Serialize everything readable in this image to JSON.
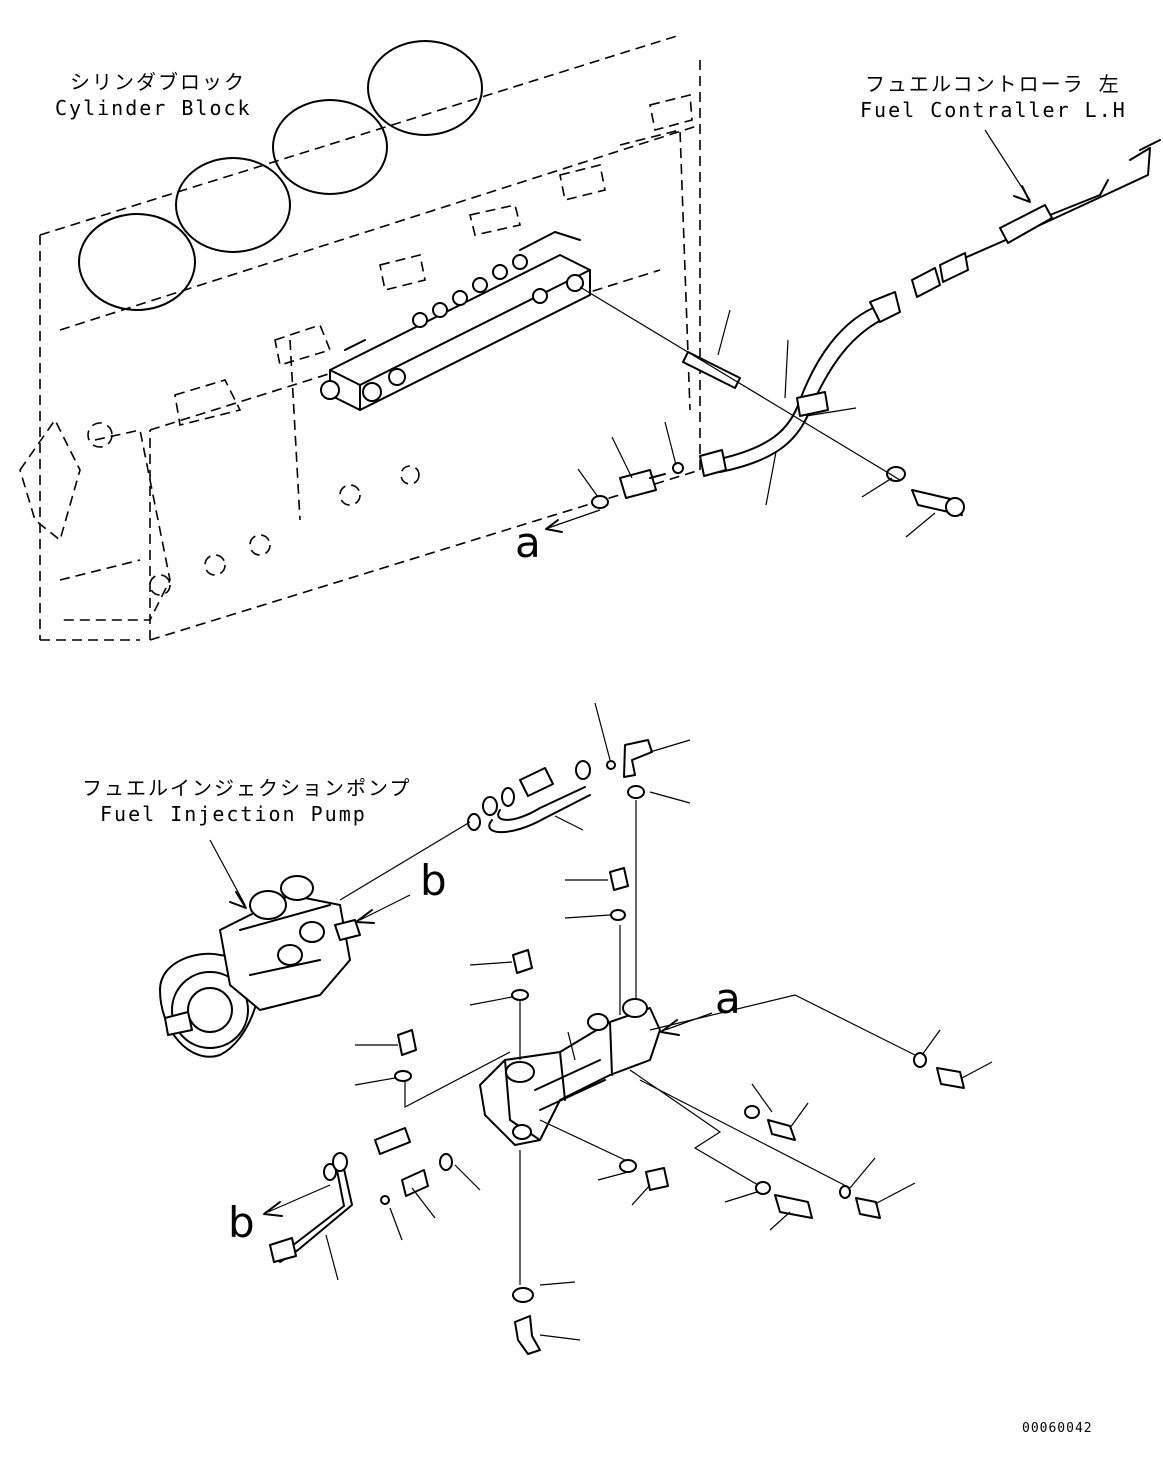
{
  "labels": {
    "cylinder_block_jp": "シリンダブロック",
    "cylinder_block_en": "Cylinder Block",
    "fuel_controller_jp": "フュエルコントローラ 左",
    "fuel_controller_en": "Fuel Contraller L.H",
    "injection_pump_jp": "フュエルインジェクションポンプ",
    "injection_pump_en": "Fuel Injection Pump",
    "ref_a_top": "a",
    "ref_a_mid": "a",
    "ref_b_pump": "b",
    "ref_b_bottom": "b",
    "figure_code": "00060042"
  }
}
